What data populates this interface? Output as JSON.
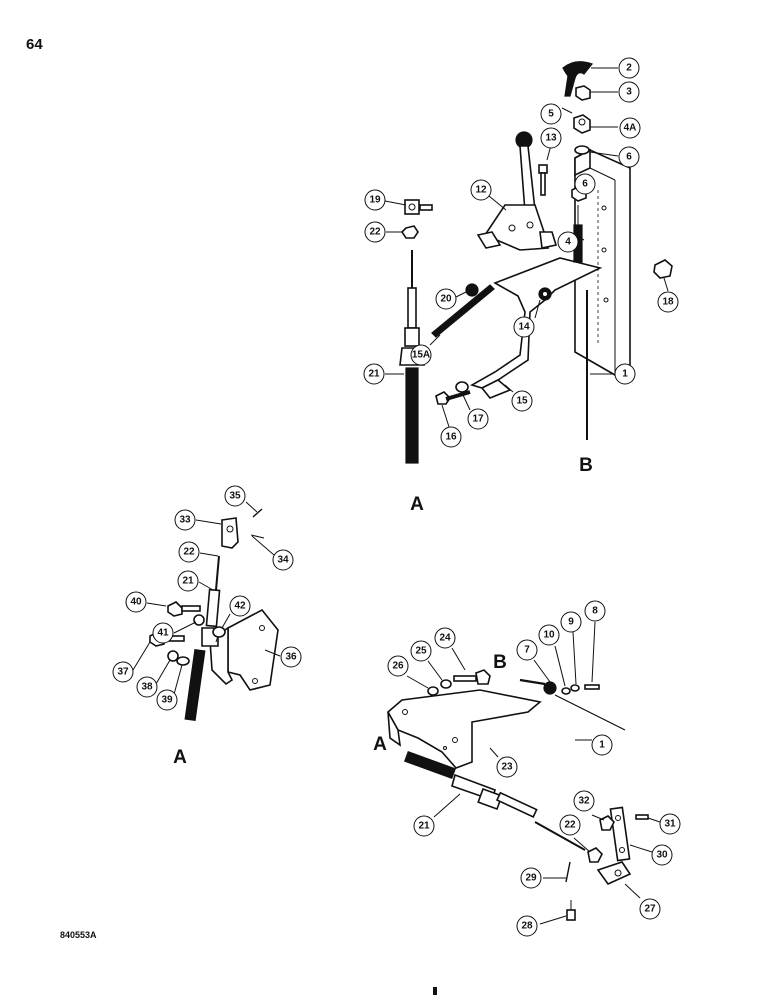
{
  "page_number": "64",
  "document_code": "840553A",
  "reference_marks": {
    "top_A": "A",
    "top_B": "B",
    "left_A": "A",
    "bottom_A": "A",
    "bottom_B": "B"
  },
  "callouts": {
    "top": [
      "2",
      "3",
      "5",
      "4A",
      "13",
      "6",
      "6",
      "19",
      "12",
      "22",
      "4",
      "20",
      "18",
      "14",
      "15A",
      "21",
      "1",
      "15",
      "17",
      "16"
    ],
    "left": [
      "35",
      "33",
      "34",
      "22",
      "21",
      "40",
      "42",
      "41",
      "37",
      "36",
      "38",
      "39"
    ],
    "bottom": [
      "7",
      "10",
      "9",
      "8",
      "24",
      "25",
      "26",
      "1",
      "23",
      "21",
      "32",
      "31",
      "30",
      "22",
      "29",
      "27",
      "28"
    ]
  }
}
